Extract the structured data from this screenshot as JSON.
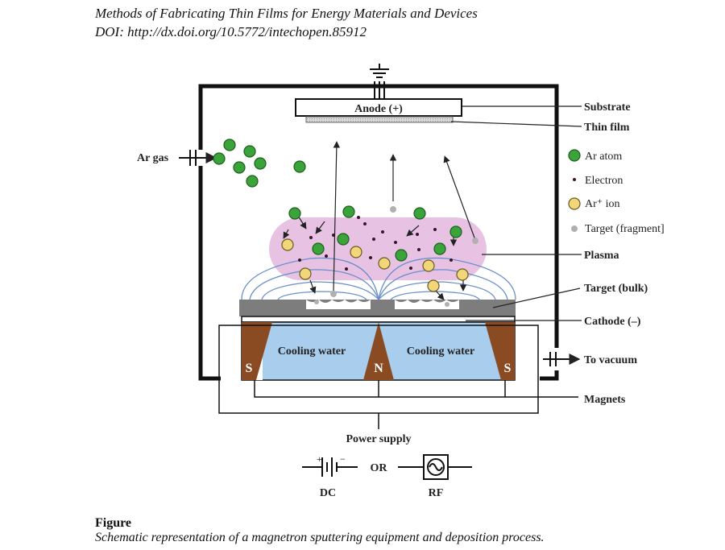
{
  "header": {
    "title": "Methods of Fabricating Thin Films for Energy Materials and Devices",
    "doi": "DOI: http://dx.doi.org/10.5772/intechopen.85912"
  },
  "diagram": {
    "anode": "Anode (+)",
    "labels": {
      "substrate": "Substrate",
      "thin_film": "Thin film",
      "ar_gas": "Ar gas",
      "plasma": "Plasma",
      "target_bulk": "Target (bulk)",
      "cathode": "Cathode (–)",
      "to_vacuum": "To vacuum",
      "magnets": "Magnets",
      "power_supply": "Power supply",
      "dc": "DC",
      "rf": "RF",
      "or": "OR"
    },
    "legend": [
      {
        "label": "Ar atom",
        "color": "#3aa33a"
      },
      {
        "label": "Electron",
        "color": "#6b1a3a"
      },
      {
        "label": "Ar⁺ ion",
        "color": "#f2d77a"
      },
      {
        "label": "Target (fragment]",
        "color": "#b0b0b0"
      }
    ],
    "cooling_left": "Cooling water",
    "cooling_right": "Cooling water",
    "magnet_poles": [
      "S",
      "N",
      "S"
    ],
    "colors": {
      "plasma": "#e8c2e3",
      "cooling": "#a9cdec",
      "magnet": "#8a4a22",
      "target": "#7d7d7d",
      "field_lines": "#6a8fc9"
    }
  },
  "caption": {
    "title": "Figure",
    "text": "Schematic representation of a magnetron sputtering equipment and deposition process."
  }
}
